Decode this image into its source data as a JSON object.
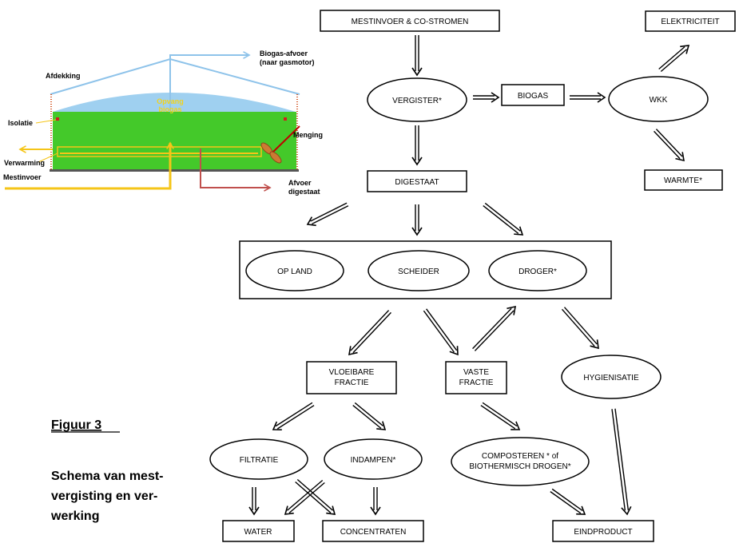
{
  "colors": {
    "biogas_line": "#8ec3ea",
    "tank_green": "#44c92a",
    "input_line": "#f5c518",
    "digestate_line": "#c0504d",
    "mixer": "#cc7a33"
  },
  "tank": {
    "afdekking": "Afdekking",
    "biogas_afvoer_1": "Biogas-afvoer",
    "biogas_afvoer_2": "(naar gasmotor)",
    "opvang_1": "Opvang",
    "opvang_2": "biogas",
    "isolatie": "Isolatie",
    "menging": "Menging",
    "verwarming": "Verwarming",
    "mestinvoer": "Mestinvoer",
    "afvoer_1": "Afvoer",
    "afvoer_2": "digestaat"
  },
  "nodes": {
    "mestinvoer": "MESTINVOER & CO-STROMEN",
    "elektriciteit": "ELEKTRICITEIT",
    "vergister": "VERGISTER*",
    "biogas": "BIOGAS",
    "wkk": "WKK",
    "warmte": "WARMTE*",
    "digestaat": "DIGESTAAT",
    "op_land": "OP LAND",
    "scheider": "SCHEIDER",
    "droger": "DROGER*",
    "vloeibare_1": "VLOEIBARE",
    "vloeibare_2": "FRACTIE",
    "vaste_1": "VASTE",
    "vaste_2": "FRACTIE",
    "hygienisatie": "HYGIENISATIE",
    "filtratie": "FILTRATIE",
    "indampen": "INDAMPEN*",
    "composteren_1": "COMPOSTEREN * of",
    "composteren_2": "BIOTHERMISCH DROGEN*",
    "water": "WATER",
    "concentraten": "CONCENTRATEN",
    "eindproduct": "EINDPRODUCT"
  },
  "caption": {
    "title": "Figuur 3",
    "line1": "Schema van mest-",
    "line2": "vergisting en ver-",
    "line3": "werking"
  }
}
